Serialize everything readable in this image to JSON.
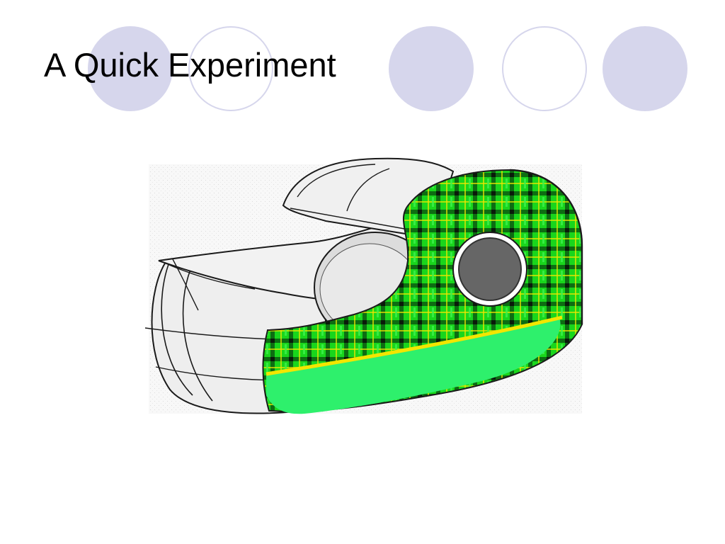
{
  "slide": {
    "title": "A Quick Experiment",
    "decoration": {
      "circles": [
        "filled",
        "outline",
        "filled",
        "outline",
        "filled"
      ],
      "circle_color": "#d6d6ec"
    },
    "illustration": {
      "subject": "tape-dispenser",
      "colors": {
        "tape_plaid": "#19d61c",
        "tape_light": "#2ef06c",
        "stripe": "#f2e600",
        "hub": "#666666",
        "body": "#ececec",
        "outline": "#1a1a1a"
      }
    }
  }
}
